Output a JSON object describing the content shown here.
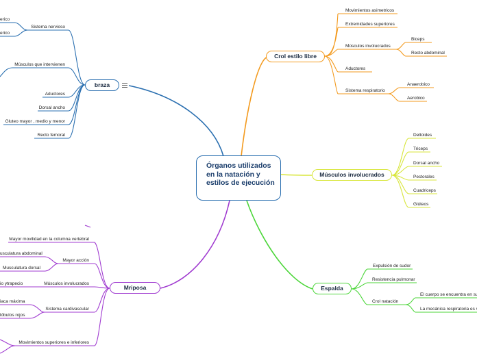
{
  "central_topic": {
    "text": "Órganos utilizados en la natación y estilos de ejecución"
  },
  "colors": {
    "blue": "#2a6fb0",
    "orange": "#f39a1e",
    "yellow": "#d8e63a",
    "green": "#4cd63a",
    "purple": "#a03bd0"
  },
  "branches": {
    "crol": {
      "label": "Crol estilo libre",
      "children": [
        "Movimientos asimetricos",
        "Extremidades superiores",
        "Músculos involucrados",
        "Aductores",
        "Sistema respiratorio"
      ],
      "musculos_children": [
        "Biceps",
        "Recto abdominal"
      ],
      "respiratorio_children": [
        "Anaerobico",
        "Aerobico"
      ]
    },
    "musculos": {
      "label": "Músculos involucrados",
      "children": [
        "Deltoides",
        "Triceps",
        "Dorsal ancho",
        "Pectorales",
        "Cuadriceps",
        "Glúteos"
      ]
    },
    "espalda": {
      "label": "Espalda",
      "children": [
        "Expulsión de sudor",
        "Resistencia  pulmonar",
        "Crol natación"
      ],
      "crol_children": [
        "El cuerpo se encuentra en sup",
        "La mecánica respiratoria es se"
      ]
    },
    "braza": {
      "label": "braza",
      "children": [
        "Sistema nervioso",
        "Músculos que intervienen",
        "Aductores",
        "Dorsal ancho",
        "Gluteo mayor , medio y menor",
        "Recto femoral"
      ],
      "nervioso_children": [
        "erico",
        "erico"
      ],
      "menu_icon": "menu-lines-icon"
    },
    "mariposa": {
      "label": "Mriposa",
      "children": [
        "Mayor movilidad en la columna vertebral",
        "Mayor acción",
        "Músculos involucrados",
        "Sistema cardivascular",
        "Movimientos superiores e inferiores"
      ],
      "accion_children": [
        "usculatura abdominal",
        "Musculatura dorsal"
      ],
      "musculos_children": [
        "io ytrapecio"
      ],
      "cardio_children": [
        "iaca máxima",
        "lóbulos rojos"
      ]
    }
  }
}
